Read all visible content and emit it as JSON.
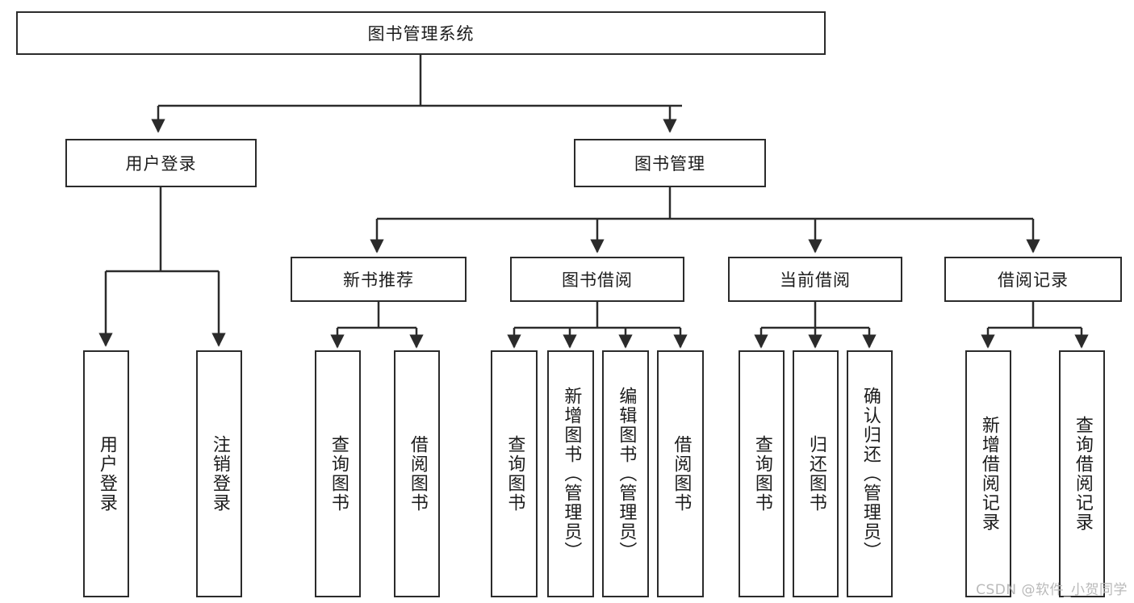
{
  "diagram": {
    "type": "tree-hierarchy",
    "title": "图书管理系统",
    "orientation": "top-down",
    "colors": {
      "box_border": "#2b2b2b",
      "box_fill": "#ffffff",
      "connector": "#2b2b2b",
      "text": "#1c1c1c",
      "watermark": "#b9b9b9"
    },
    "root": {
      "id": "root",
      "label": "图书管理系统",
      "text_orientation": "horizontal"
    },
    "level2": [
      {
        "id": "user-login",
        "label": "用户登录",
        "text_orientation": "horizontal"
      },
      {
        "id": "book-management",
        "label": "图书管理",
        "text_orientation": "horizontal"
      }
    ],
    "level3": [
      {
        "id": "new-book-recommend",
        "label": "新书推荐",
        "parent": "book-management",
        "text_orientation": "horizontal"
      },
      {
        "id": "book-borrow",
        "label": "图书借阅",
        "parent": "book-management",
        "text_orientation": "horizontal"
      },
      {
        "id": "current-borrow",
        "label": "当前借阅",
        "parent": "book-management",
        "text_orientation": "horizontal"
      },
      {
        "id": "borrow-record",
        "label": "借阅记录",
        "parent": "book-management",
        "text_orientation": "horizontal"
      }
    ],
    "leaves": [
      {
        "id": "leaf-user-login",
        "label": "用户登录",
        "parent": "user-login",
        "text_orientation": "vertical"
      },
      {
        "id": "leaf-logout",
        "label": "注销登录",
        "parent": "user-login",
        "text_orientation": "vertical"
      },
      {
        "id": "leaf-query-book-1",
        "label": "查询图书",
        "parent": "new-book-recommend",
        "text_orientation": "vertical"
      },
      {
        "id": "leaf-borrow-book-1",
        "label": "借阅图书",
        "parent": "new-book-recommend",
        "text_orientation": "vertical"
      },
      {
        "id": "leaf-query-book-2",
        "label": "查询图书",
        "parent": "book-borrow",
        "text_orientation": "vertical"
      },
      {
        "id": "leaf-add-book",
        "label": "新增图书（管理员）",
        "parent": "book-borrow",
        "text_orientation": "vertical"
      },
      {
        "id": "leaf-edit-book",
        "label": "编辑图书（管理员）",
        "parent": "book-borrow",
        "text_orientation": "vertical"
      },
      {
        "id": "leaf-borrow-book-2",
        "label": "借阅图书",
        "parent": "book-borrow",
        "text_orientation": "vertical"
      },
      {
        "id": "leaf-query-book-3",
        "label": "查询图书",
        "parent": "current-borrow",
        "text_orientation": "vertical"
      },
      {
        "id": "leaf-return-book",
        "label": "归还图书",
        "parent": "current-borrow",
        "text_orientation": "vertical"
      },
      {
        "id": "leaf-confirm-return",
        "label": "确认归还（管理员）",
        "parent": "current-borrow",
        "text_orientation": "vertical"
      },
      {
        "id": "leaf-add-record",
        "label": "新增借阅记录",
        "parent": "borrow-record",
        "text_orientation": "vertical"
      },
      {
        "id": "leaf-query-record",
        "label": "查询借阅记录",
        "parent": "borrow-record",
        "text_orientation": "vertical"
      }
    ]
  },
  "watermark": {
    "text": "CSDN @软件_小贺同学"
  }
}
